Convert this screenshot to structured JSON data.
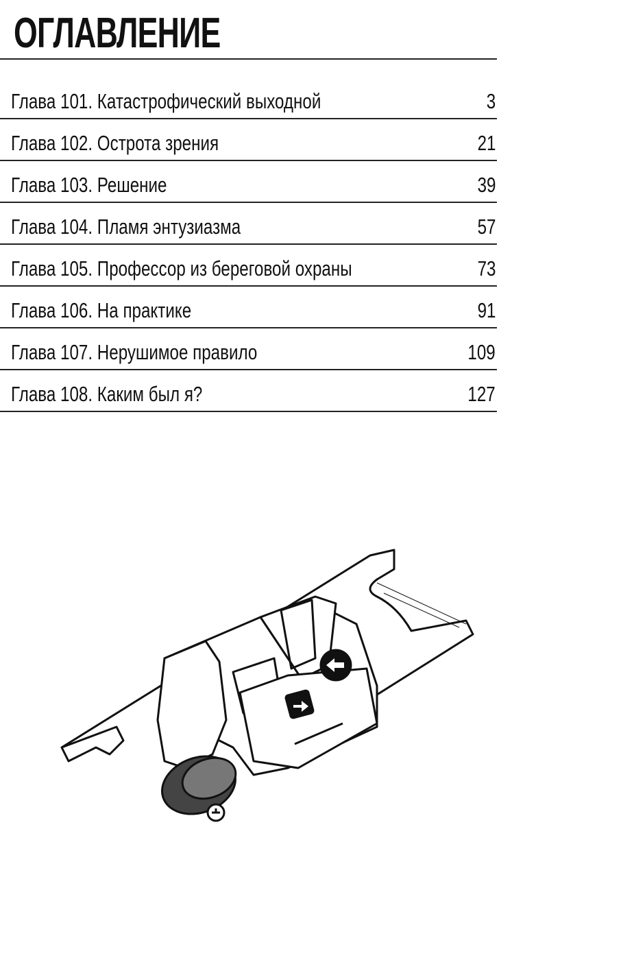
{
  "header": {
    "title": "ОГЛАВЛЕНИЕ"
  },
  "toc": [
    {
      "label": "Глава 101. Катастрофический выходной",
      "page": "3"
    },
    {
      "label": "Глава 102. Острота зрения",
      "page": "21"
    },
    {
      "label": "Глава 103. Решение",
      "page": "39"
    },
    {
      "label": "Глава 104. Пламя энтузиазма",
      "page": "57"
    },
    {
      "label": "Глава 105. Профессор из береговой охраны",
      "page": "73"
    },
    {
      "label": "Глава 106. На практике",
      "page": "91"
    },
    {
      "label": "Глава 107. Нерушимое правило",
      "page": "109"
    },
    {
      "label": "Глава 108. Каким был я?",
      "page": "127"
    }
  ]
}
